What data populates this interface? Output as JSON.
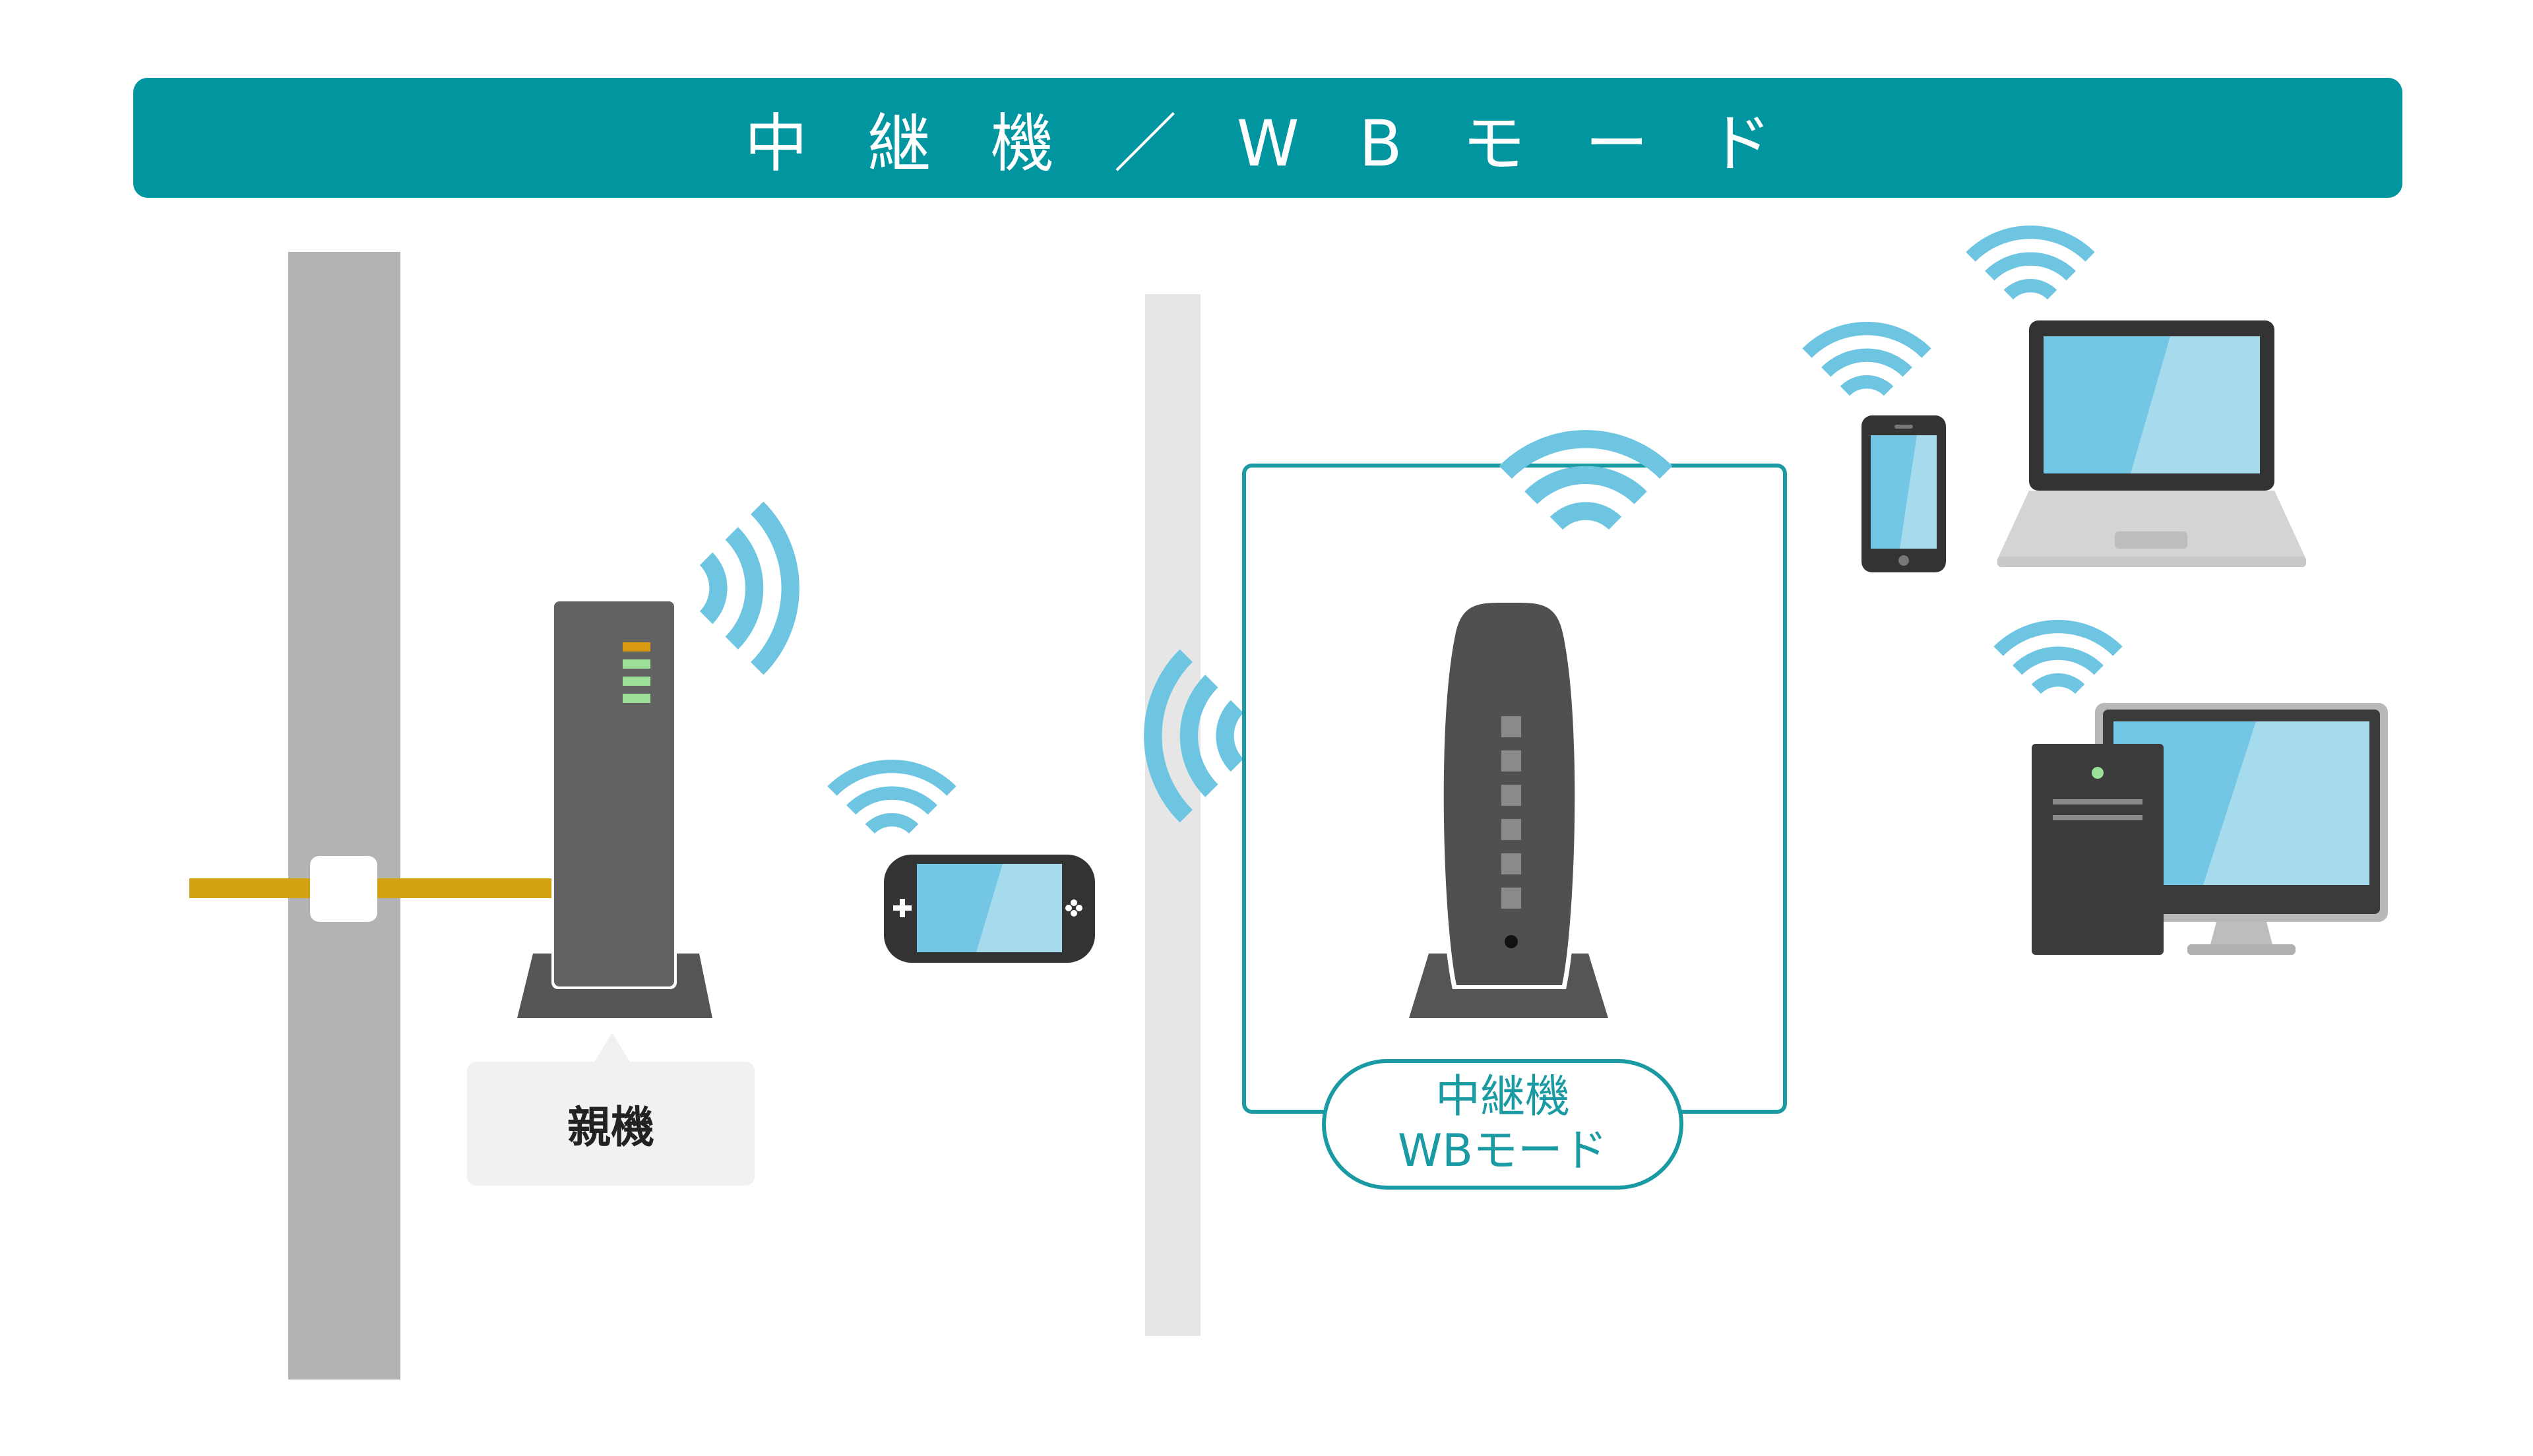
{
  "header": {
    "title": "中 継 機 ／ W B モ ー ド"
  },
  "labels": {
    "parent": "親機",
    "repeater_line1": "中継機",
    "repeater_line2": "WBモード"
  },
  "colors": {
    "header_bg": "#00959f",
    "wifi_wave": "#6ec5e2",
    "cable": "#d3a212",
    "router_body": "#626262",
    "led_orange": "#d79a10",
    "led_green": "#9de09a",
    "screen_blue": "#73c7e5",
    "frame_teal": "#1a9aa2"
  },
  "icons": {
    "parent_router": "router-icon",
    "repeater": "repeater-icon",
    "game_console": "handheld-console-icon",
    "phone": "smartphone-icon",
    "laptop": "laptop-icon",
    "desktop": "desktop-pc-icon",
    "wifi": "wifi-signal-icon"
  }
}
